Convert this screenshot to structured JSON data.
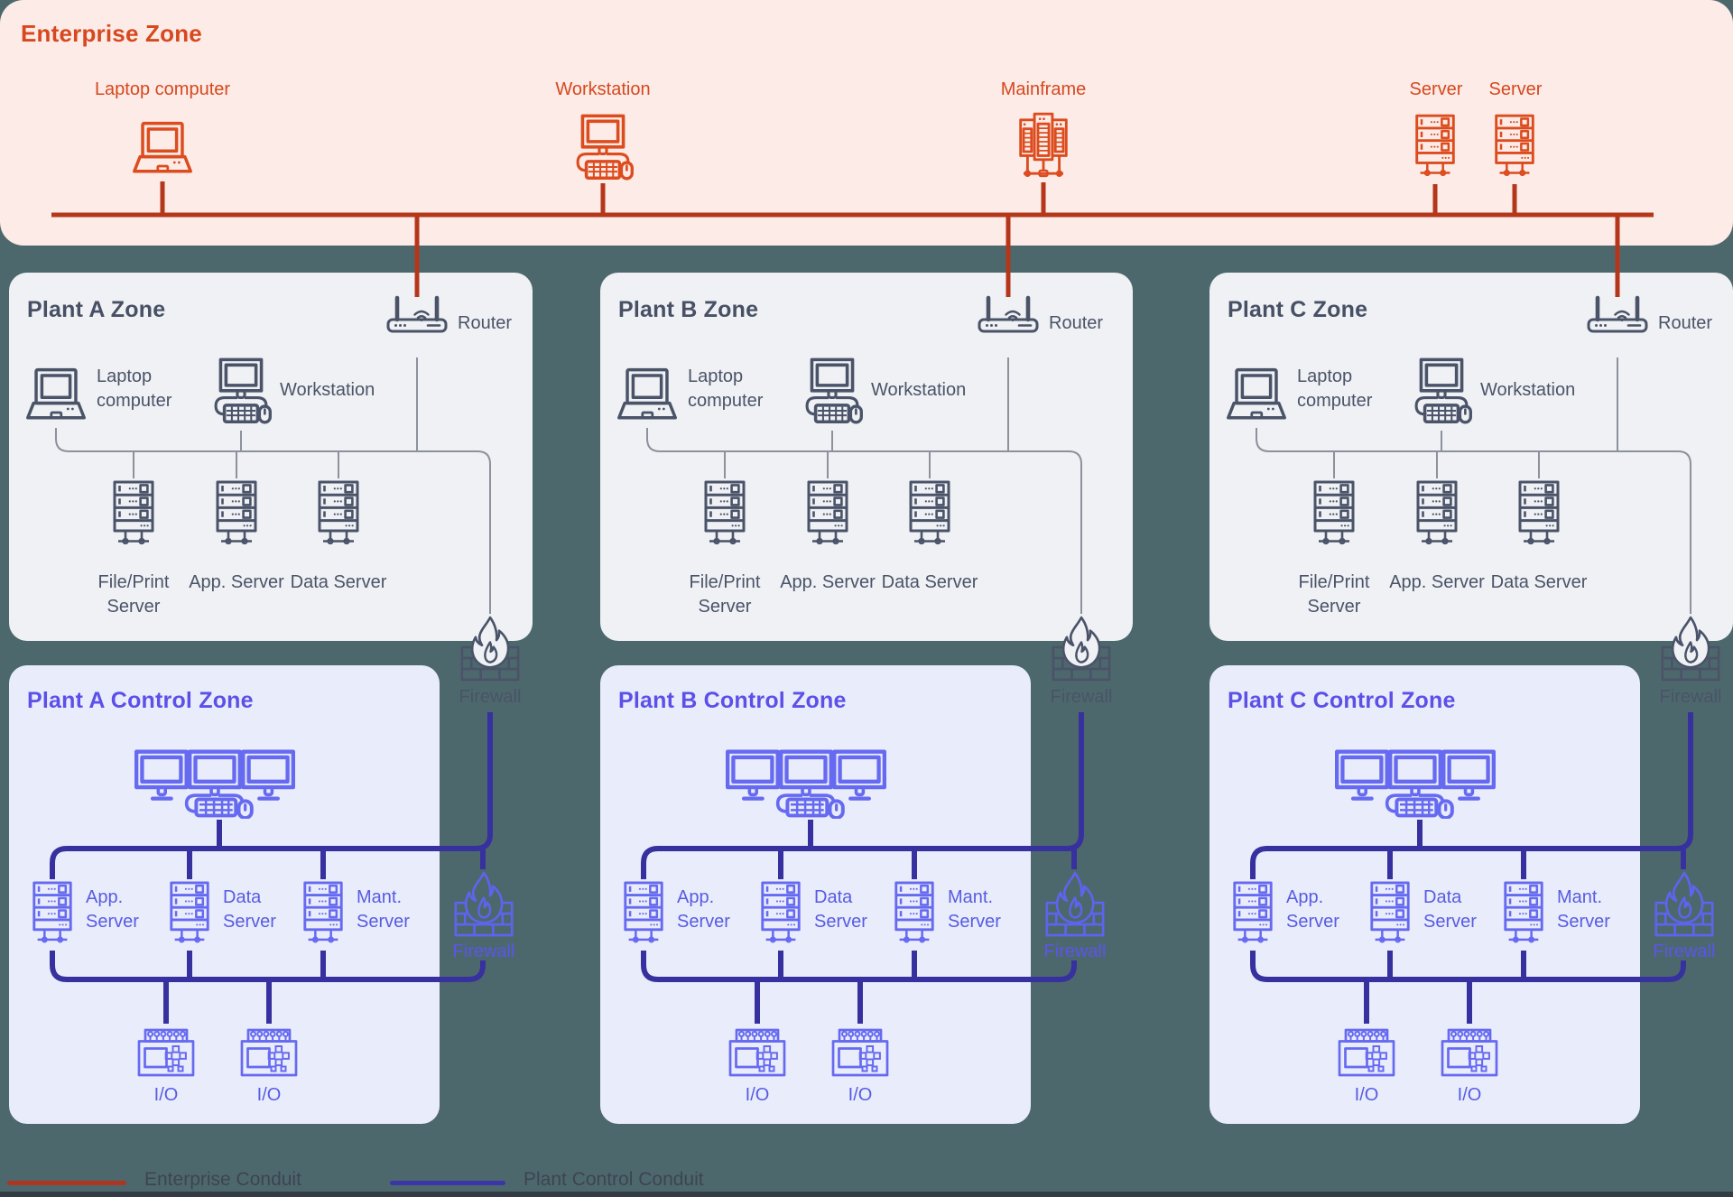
{
  "colors": {
    "background": "#4d686c",
    "enterprise_accent": "#d7481f",
    "enterprise_conduit": "#b5371b",
    "plant_accent": "#475064",
    "control_accent": "#5c50e8",
    "control_conduit": "#37309f"
  },
  "enterprise": {
    "title": "Enterprise Zone",
    "nodes": [
      {
        "icon": "laptop-icon",
        "label": "Laptop computer"
      },
      {
        "icon": "workstation-icon",
        "label": "Workstation"
      },
      {
        "icon": "mainframe-icon",
        "label": "Mainframe"
      },
      {
        "icon": "server-icon",
        "label": "Server"
      },
      {
        "icon": "server-icon",
        "label": "Server"
      }
    ]
  },
  "plant_zones": [
    {
      "title": "Plant A Zone",
      "router": "Router",
      "laptop": "Laptop computer",
      "workstation": "Workstation",
      "servers": [
        "File/Print Server",
        "App. Server",
        "Data Server"
      ],
      "firewall": "Firewall"
    },
    {
      "title": "Plant B Zone",
      "router": "Router",
      "laptop": "Laptop computer",
      "workstation": "Workstation",
      "servers": [
        "File/Print Server",
        "App. Server",
        "Data Server"
      ],
      "firewall": "Firewall"
    },
    {
      "title": "Plant C Zone",
      "router": "Router",
      "laptop": "Laptop computer",
      "workstation": "Workstation",
      "servers": [
        "File/Print Server",
        "App. Server",
        "Data Server"
      ],
      "firewall": "Firewall"
    }
  ],
  "control_zones": [
    {
      "title": "Plant A Control Zone",
      "servers": [
        "App. Server",
        "Data Server",
        "Mant. Server"
      ],
      "io": [
        "I/O",
        "I/O"
      ],
      "firewall": "Firewall"
    },
    {
      "title": "Plant B Control Zone",
      "servers": [
        "App. Server",
        "Data Server",
        "Mant. Server"
      ],
      "io": [
        "I/O",
        "I/O"
      ],
      "firewall": "Firewall"
    },
    {
      "title": "Plant C Control Zone",
      "servers": [
        "App. Server",
        "Data Server",
        "Mant. Server"
      ],
      "io": [
        "I/O",
        "I/O"
      ],
      "firewall": "Firewall"
    }
  ],
  "legend": {
    "items": [
      {
        "label": "Enterprise Conduit",
        "color": "#b5371b"
      },
      {
        "label": "Plant Control Conduit",
        "color": "#37309f"
      }
    ]
  }
}
